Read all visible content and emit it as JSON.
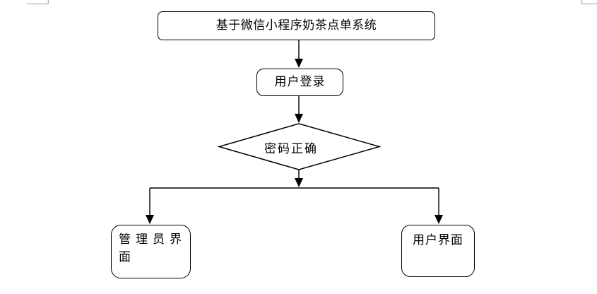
{
  "diagram": {
    "type": "flowchart",
    "nodes": [
      {
        "id": "system",
        "type": "rounded-rect",
        "label": "基于微信小程序奶茶点单系统"
      },
      {
        "id": "login",
        "type": "rounded-rect",
        "label": "用户登录"
      },
      {
        "id": "password-check",
        "type": "diamond",
        "label": "密码正确"
      },
      {
        "id": "admin-ui",
        "type": "rounded-rect",
        "label": "管理员界面"
      },
      {
        "id": "user-ui",
        "type": "rounded-rect",
        "label": "用户界面"
      }
    ],
    "edges": [
      {
        "from": "system",
        "to": "login"
      },
      {
        "from": "login",
        "to": "password-check"
      },
      {
        "from": "password-check",
        "to": "admin-ui"
      },
      {
        "from": "password-check",
        "to": "user-ui"
      }
    ],
    "colors": {
      "line": "#000000",
      "node_border": "#000000",
      "node_fill": "#ffffff",
      "background": "#ffffff",
      "corner_mark": "#b3b3b3"
    }
  }
}
